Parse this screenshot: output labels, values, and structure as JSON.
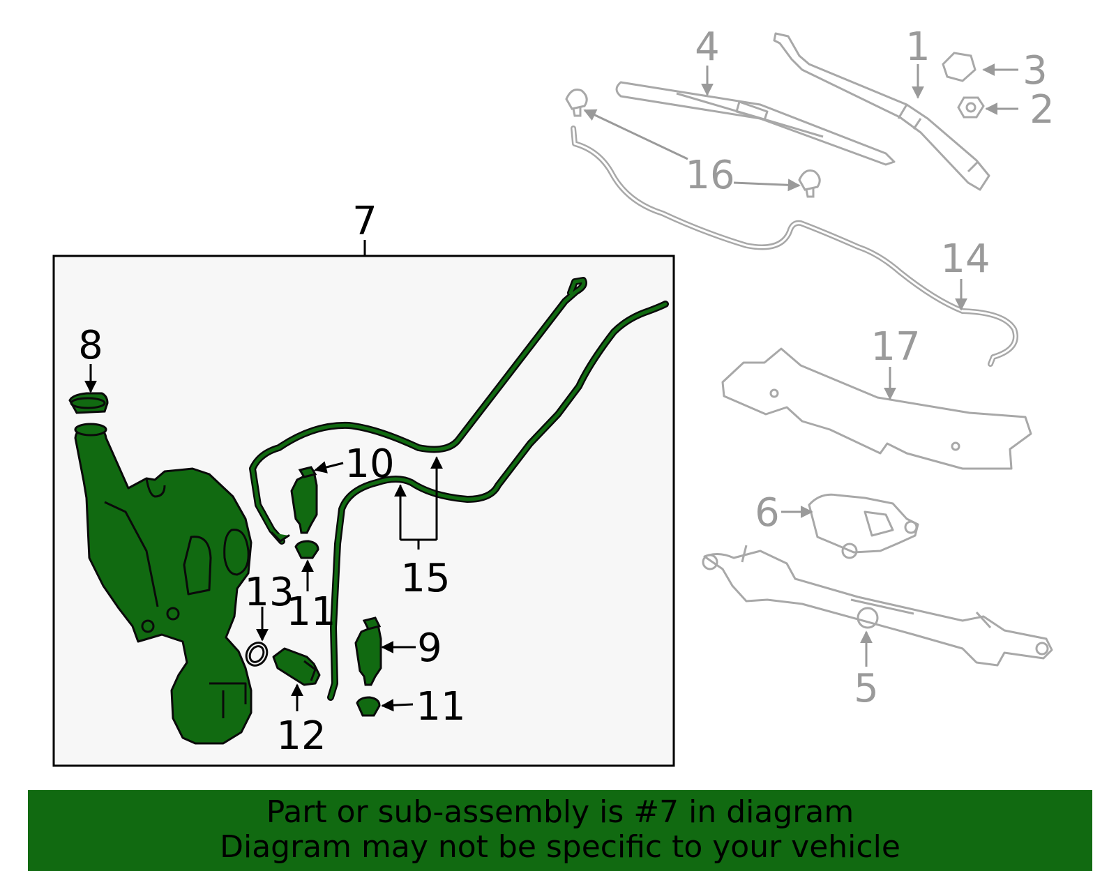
{
  "colors": {
    "highlight_fill": "#116a11",
    "highlight_outline": "#0a0a0a",
    "context_outline": "#a8a8a8",
    "assembly_box_bg": "#f7f7f7",
    "banner_bg": "#116a11"
  },
  "callouts": {
    "c1": "1",
    "c2": "2",
    "c3": "3",
    "c4": "4",
    "c5": "5",
    "c6": "6",
    "c7": "7",
    "c8": "8",
    "c9": "9",
    "c10": "10",
    "c11a": "11",
    "c11b": "11",
    "c12": "12",
    "c13": "13",
    "c14": "14",
    "c15": "15",
    "c16": "16",
    "c17": "17"
  },
  "banner": {
    "line1": "Part or sub-assembly is #7 in diagram",
    "line2": "Diagram may not be specific to your vehicle"
  }
}
